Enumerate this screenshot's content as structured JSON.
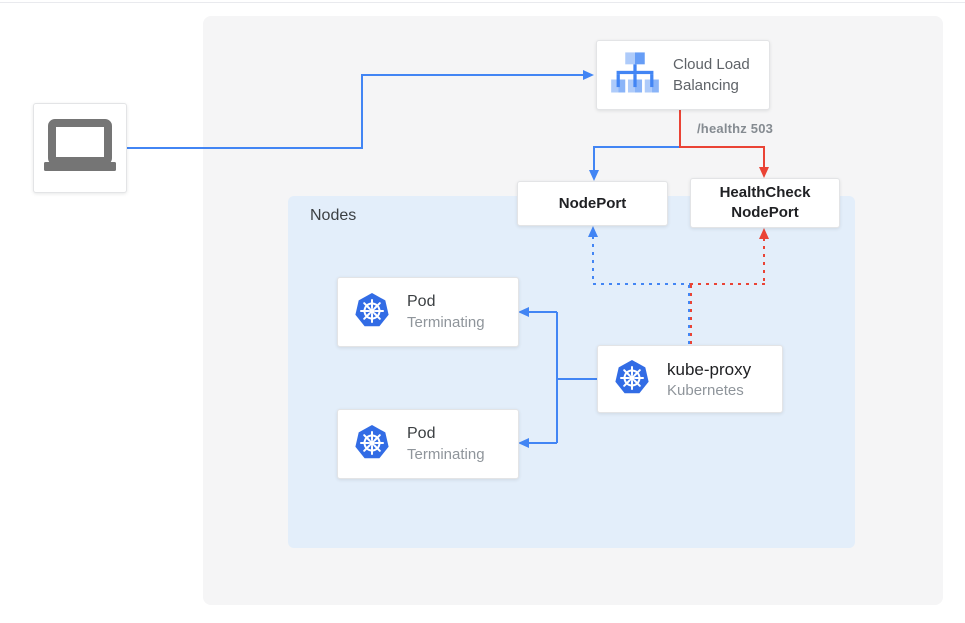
{
  "diagram": {
    "external_client": {
      "icon": "laptop-icon"
    },
    "cloud_load_balancing": {
      "label": "Cloud Load Balancing",
      "icon": "cloud-load-balancing-icon"
    },
    "health_check_label": "/healthz 503",
    "nodeport": {
      "label": "NodePort"
    },
    "healthcheck_nodeport": {
      "label": "HealthCheck NodePort"
    },
    "nodes_group": {
      "label": "Nodes"
    },
    "pods": [
      {
        "title": "Pod",
        "status": "Terminating",
        "icon": "kubernetes-icon"
      },
      {
        "title": "Pod",
        "status": "Terminating",
        "icon": "kubernetes-icon"
      }
    ],
    "kube_proxy": {
      "title": "kube-proxy",
      "subtitle": "Kubernetes",
      "icon": "kubernetes-icon"
    }
  },
  "colors": {
    "traffic_blue": "#4285f4",
    "healthcheck_red": "#ea4335",
    "nodes_container_blue": "#e3eefa",
    "panel_gray": "#f5f5f6",
    "kubernetes_blue": "#326ce5",
    "clb_icon_light_blue": "#aecbfa",
    "clb_icon_medium_blue": "#669df6",
    "laptop_icon_gray": "#757575"
  }
}
